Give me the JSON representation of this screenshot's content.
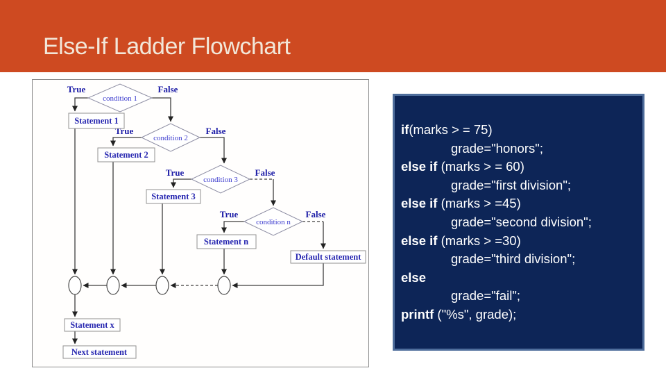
{
  "slide": {
    "title": "Else-If Ladder Flowchart",
    "header_bg": "#CE4A21",
    "title_color": "#F2E7D9"
  },
  "flowchart": {
    "branch_true": "True",
    "branch_false": "False",
    "conditions": [
      "condition 1",
      "condition 2",
      "condition 3",
      "condition n"
    ],
    "statements": [
      "Statement 1",
      "Statement 2",
      "Statement 3",
      "Statement n"
    ],
    "default_statement": "Default statement",
    "statement_x": "Statement x",
    "next_statement": "Next statement",
    "text_color": "#2626b0",
    "label_color": "#1b1ba6",
    "line_color": "#3d3d3d"
  },
  "code": {
    "bg_color": "#0D2557",
    "border_color": "#4E6D9B",
    "text_color": "#ffffff",
    "lines": [
      {
        "kw": "if",
        "text": "(marks > = 75)"
      },
      {
        "kw": "",
        "text": "grade=\"honors\";"
      },
      {
        "kw": "else if",
        "text": " (marks > = 60)"
      },
      {
        "kw": "",
        "text": "grade=\"first division\";"
      },
      {
        "kw": "else if",
        "text": " (marks > =45)"
      },
      {
        "kw": "",
        "text": "grade=\"second division\";"
      },
      {
        "kw": "else if",
        "text": " (marks > =30)"
      },
      {
        "kw": "",
        "text": "grade=\"third division\";"
      },
      {
        "kw": "else",
        "text": ""
      },
      {
        "kw": "",
        "text": "grade=\"fail\";"
      },
      {
        "kw": "printf",
        "text": " (\"%s\", grade);"
      }
    ]
  }
}
